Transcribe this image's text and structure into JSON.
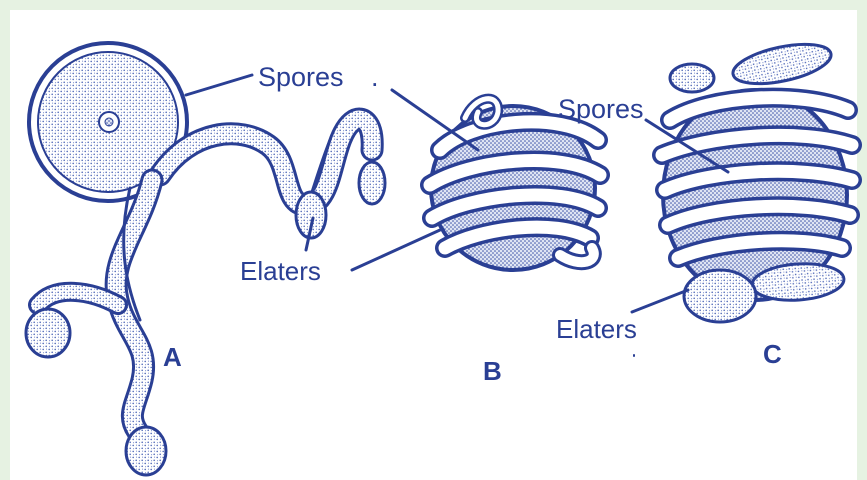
{
  "figure": {
    "labels": {
      "spores_a": "Spores",
      "spores_a_dot": ".",
      "elaters_b": "Elaters",
      "spores_c": "Spores",
      "elaters_c": "Elaters",
      "panel_a": "A",
      "panel_b": "B",
      "panel_c": "C"
    }
  },
  "colors": {
    "ink": "#2a3f94",
    "stipple": "#5068b8",
    "background": "#ffffff",
    "frame": "#e6f2e2"
  }
}
